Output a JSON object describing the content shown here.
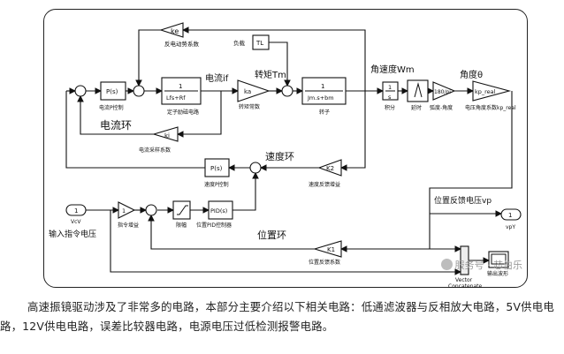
{
  "labels": {
    "ke": "ke",
    "back_emf_coeff": "反电动势系数",
    "load": "负载",
    "TL": "TL",
    "torque_Tm": "转矩Tm",
    "current_if": "电流if",
    "angular_speed": "角速度Wm",
    "angle": "角度θ",
    "Ps_current": "P(s)",
    "current_P_ctrl": "电流P控制",
    "stator_frac_num": "1",
    "stator_frac_den": "Lfs+Rf",
    "stator_circuit": "定子励磁电路",
    "ka": "ka",
    "torque_const": "转矩常数",
    "rotor_frac_num": "1",
    "rotor_frac_den": "Jm.s+bm",
    "rotor": "转子",
    "int_num": "1",
    "int_den": "s",
    "integral": "积分",
    "delay": "延时",
    "k180": "180/pi",
    "rad_to_deg": "弧度-角度",
    "kp_real": "kp_real",
    "motor_angle_coeff": "电压角度系数kp_real",
    "current_loop": "电流环",
    "ki": "ki",
    "current_sample_coeff": "电流采样系数",
    "speed_loop": "速度环",
    "Ps_speed": "P(s)",
    "speed_P_ctrl": "速度P控制",
    "K2": "K2",
    "speed_fb_gain": "速度反馈增益",
    "position_fb_voltage": "位置反馈电压vp",
    "vcV_port": "1",
    "VcV": "VcV",
    "input_cmd_voltage": "输入指令电压",
    "gain_one": "1",
    "cmd_gain": "指令增益",
    "limiter": "限幅",
    "PID": "PID(s)",
    "position_PID": "位置PID控制器",
    "vpY_port": "1",
    "vpY": "vpY",
    "position_loop": "位置环",
    "K1": "K1",
    "position_fb_coeff": "位置反馈系数",
    "vector_concat_1": "Vector",
    "vector_concat_2": "Concatenate",
    "output_waveform": "输出波形",
    "watermark": "服务号 · 芯伯乐"
  },
  "caption": {
    "paragraph": "高速振镜驱动涉及了非常多的电路，本部分主要介绍以下相关电路：低通滤波器与反相放大电路，5V供电电路，12V供电电路，误差比较器电路，电源电压过低检测报警电路。"
  }
}
